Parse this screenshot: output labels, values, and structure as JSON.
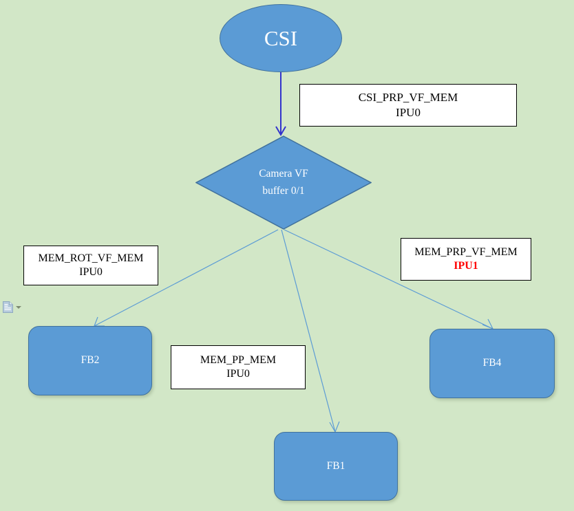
{
  "diagram": {
    "background_color": "#d2e7c7",
    "shape_fill_color": "#5b9bd5",
    "shape_border_color": "#41719c",
    "shape_text_color": "#ffffff",
    "connector_color": "#5b9bd5",
    "primary_arrow_color": "#3333cc",
    "highlight_color": "#ff0000",
    "nodes": {
      "csi": {
        "label": "CSI",
        "shape": "ellipse"
      },
      "camera_vf_buffer": {
        "line1": "Camera VF",
        "line2": "buffer 0/1",
        "shape": "diamond"
      },
      "fb2": {
        "label": "FB2",
        "shape": "rounded-rectangle"
      },
      "fb1": {
        "label": "FB1",
        "shape": "rounded-rectangle"
      },
      "fb4": {
        "label": "FB4",
        "shape": "rounded-rectangle"
      }
    },
    "annotations": {
      "csi_prp_vf_mem": {
        "line1": "CSI_PRP_VF_MEM",
        "line2": "IPU0",
        "line2_color": "#000000"
      },
      "mem_rot_vf_mem": {
        "line1": "MEM_ROT_VF_MEM",
        "line2": "IPU0",
        "line2_color": "#000000"
      },
      "mem_prp_vf_mem": {
        "line1": "MEM_PRP_VF_MEM",
        "line2": "IPU1",
        "line2_color": "#ff0000"
      },
      "mem_pp_mem": {
        "line1": "MEM_PP_MEM",
        "line2": "IPU0",
        "line2_color": "#000000"
      }
    },
    "edges": [
      {
        "from": "csi",
        "to": "camera_vf_buffer",
        "label": "CSI_PRP_VF_MEM IPU0"
      },
      {
        "from": "camera_vf_buffer",
        "to": "fb2",
        "label": "MEM_ROT_VF_MEM IPU0"
      },
      {
        "from": "camera_vf_buffer",
        "to": "fb1",
        "label": "MEM_PP_MEM IPU0"
      },
      {
        "from": "camera_vf_buffer",
        "to": "fb4",
        "label": "MEM_PRP_VF_MEM IPU1"
      }
    ],
    "smart_tag": {
      "icon": "paste-options-icon",
      "caret": "chevron-down-icon"
    }
  }
}
